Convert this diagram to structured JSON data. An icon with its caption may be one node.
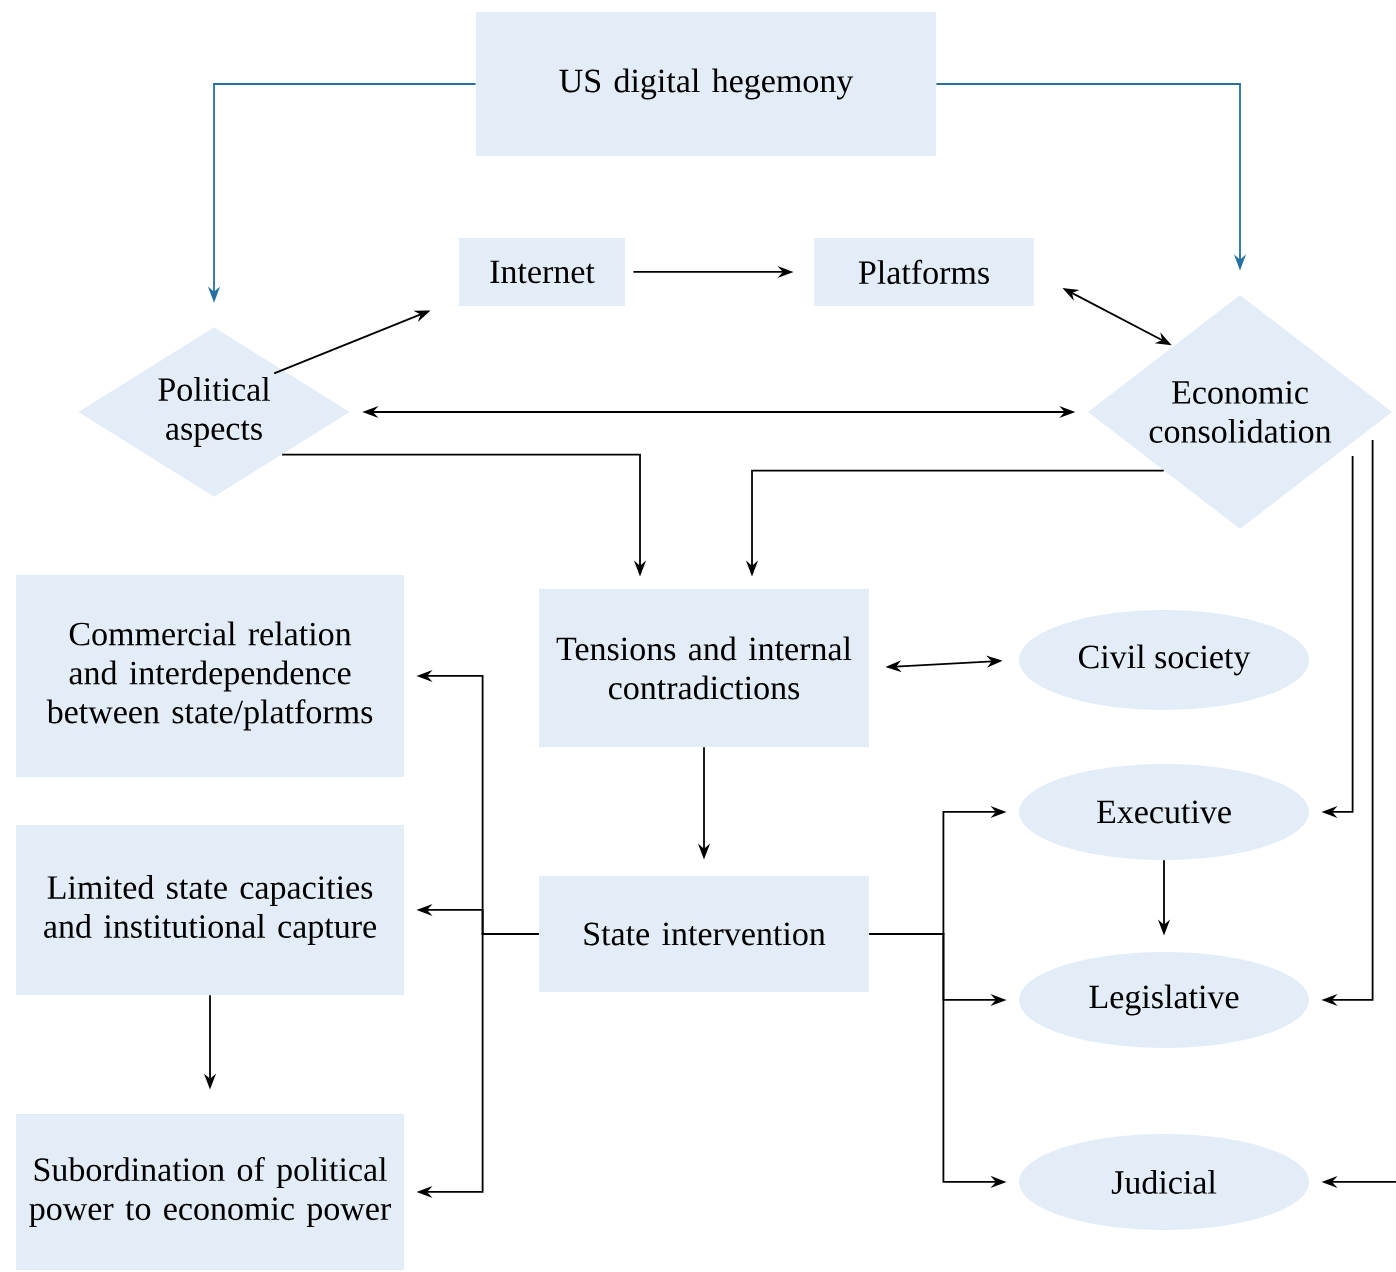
{
  "diagram": {
    "nodes": [
      {
        "text": [
          "US digital hegemony"
        ]
      },
      {
        "text": [
          "Political aspects"
        ]
      },
      {
        "text": [
          "Internet"
        ]
      },
      {
        "text": [
          "Platforms"
        ]
      },
      {
        "text": [
          "Economic consolidation"
        ]
      },
      {
        "text": [
          "Commercial relation and interdependence between state/platforms"
        ]
      },
      {
        "text": [
          "Tensions and internal contradictions"
        ]
      },
      {
        "text": [
          "Civil society"
        ]
      },
      {
        "text": [
          "Limited state capacities and institutional capture"
        ]
      },
      {
        "text": [
          "State intervention"
        ]
      },
      {
        "text": [
          "Executive"
        ]
      },
      {
        "text": [
          "Legislative"
        ]
      },
      {
        "text": [
          "Subordination of political power to economic power"
        ]
      },
      {
        "text": [
          "Judicial"
        ]
      }
    ],
    "edges": [
      {
        "from": 0,
        "to": 1,
        "arrow": "to",
        "color": "#2470a3"
      },
      {
        "from": 0,
        "to": 4,
        "arrow": "to",
        "color": "#2470a3"
      },
      {
        "from": 1,
        "to": 2,
        "arrow": "to"
      },
      {
        "from": 2,
        "to": 3,
        "arrow": "to"
      },
      {
        "from": 3,
        "to": 4,
        "arrow": "both"
      },
      {
        "from": 1,
        "to": 4,
        "arrow": "both"
      },
      {
        "from": 1,
        "to": 6,
        "arrow": "to"
      },
      {
        "from": 4,
        "to": 6,
        "arrow": "to"
      },
      {
        "from": 6,
        "to": 7,
        "arrow": "both"
      },
      {
        "from": 6,
        "to": 9,
        "arrow": "to"
      },
      {
        "from": 9,
        "to": 5,
        "arrow": "to"
      },
      {
        "from": 9,
        "to": 8,
        "arrow": "to"
      },
      {
        "from": 9,
        "to": 12,
        "arrow": "to"
      },
      {
        "from": 8,
        "to": 12,
        "arrow": "to"
      },
      {
        "from": 9,
        "to": 10,
        "arrow": "to"
      },
      {
        "from": 9,
        "to": 11,
        "arrow": "to"
      },
      {
        "from": 9,
        "to": 13,
        "arrow": "to"
      },
      {
        "from": 10,
        "to": 11,
        "arrow": "to"
      },
      {
        "from": 4,
        "to": 10,
        "arrow": "to"
      },
      {
        "from": 4,
        "to": 11,
        "arrow": "to"
      },
      {
        "from": null,
        "to": 13,
        "arrow": "to"
      }
    ]
  }
}
